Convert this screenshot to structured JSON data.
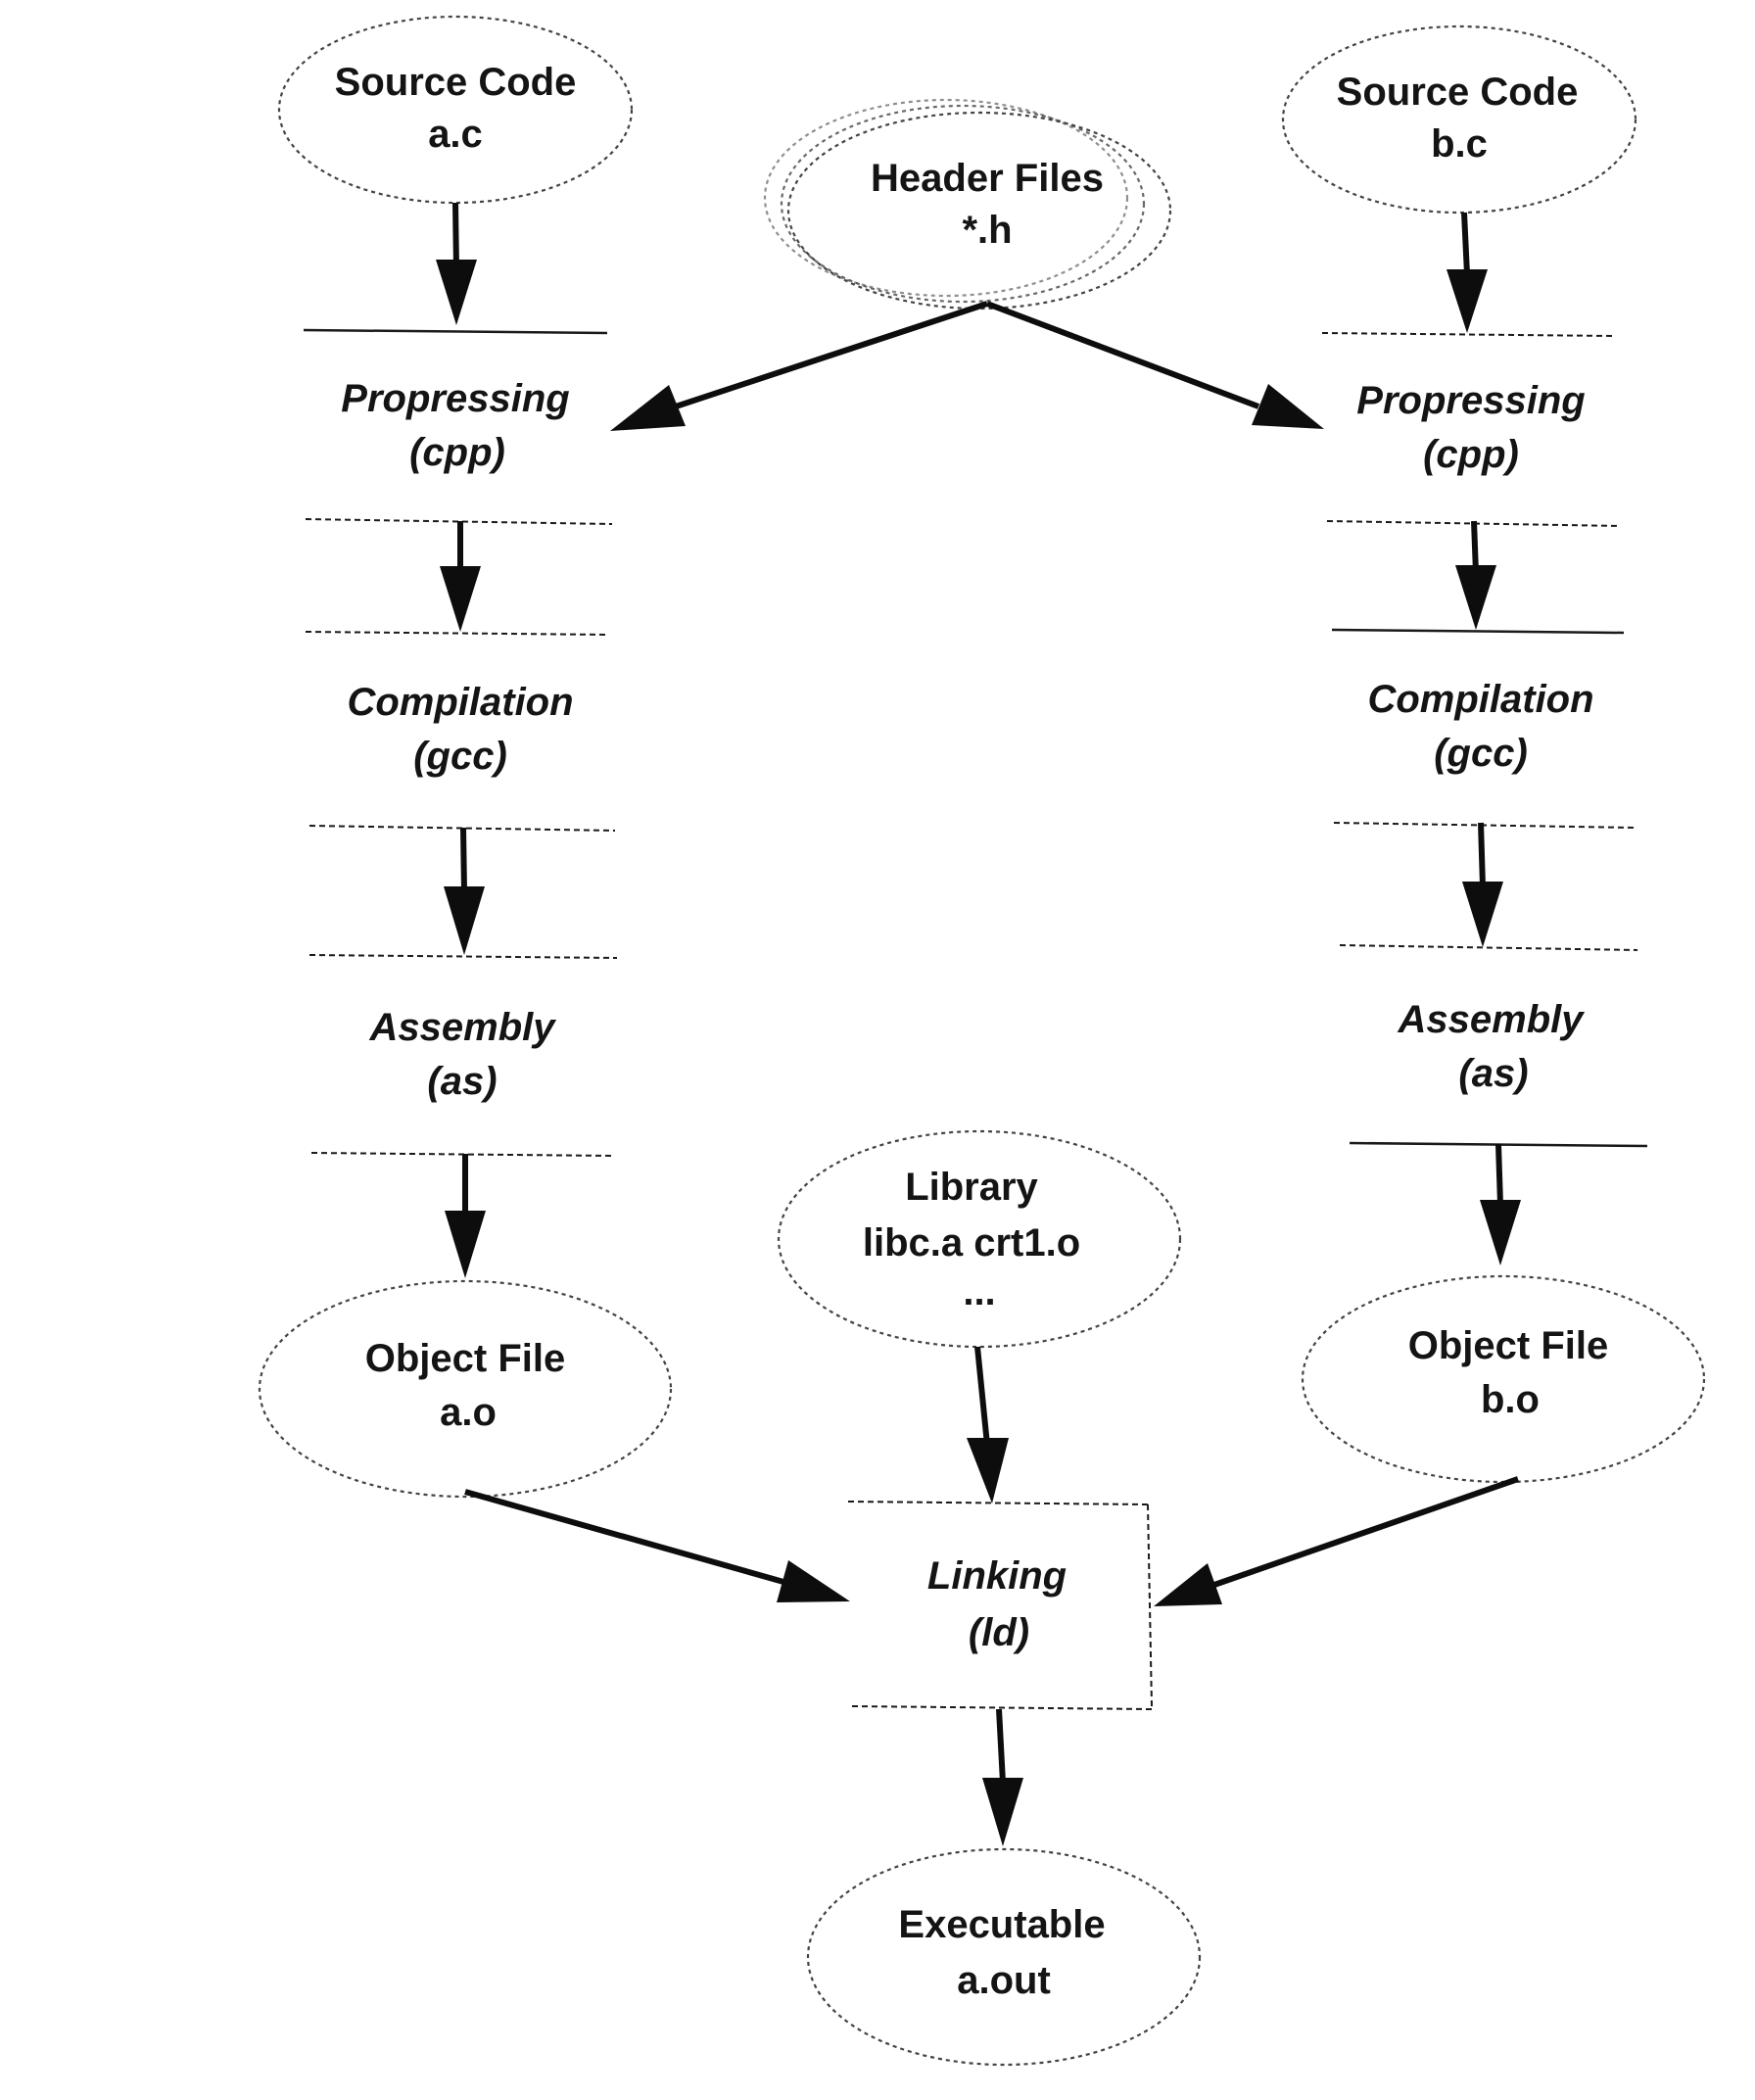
{
  "nodes": {
    "source_a": {
      "line1": "Source Code",
      "line2": "a.c"
    },
    "source_b": {
      "line1": "Source Code",
      "line2": "b.c"
    },
    "headers": {
      "line1": "Header Files",
      "line2": "*.h"
    },
    "object_a": {
      "line1": "Object File",
      "line2": "a.o"
    },
    "object_b": {
      "line1": "Object File",
      "line2": "b.o"
    },
    "library": {
      "line1": "Library",
      "line2": "libc.a crt1.o",
      "line3": "..."
    },
    "executable": {
      "line1": "Executable",
      "line2": "a.out"
    }
  },
  "stages": {
    "preprocess": {
      "name": "Propressing",
      "tool": "(cpp)"
    },
    "compile": {
      "name": "Compilation",
      "tool": "(gcc)"
    },
    "assemble": {
      "name": "Assembly",
      "tool": "(as)"
    },
    "link": {
      "name": "Linking",
      "tool": "(ld)"
    }
  }
}
